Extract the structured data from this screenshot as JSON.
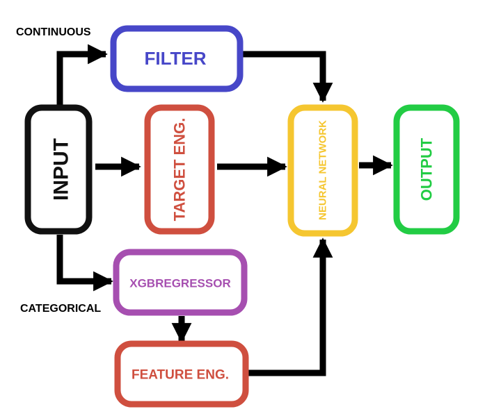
{
  "nodes": {
    "input": {
      "label": "INPUT",
      "color": "#111111"
    },
    "filter": {
      "label": "FILTER",
      "color": "#4747c8"
    },
    "target": {
      "label": "TARGET ENG.",
      "color": "#cf4f3f"
    },
    "neural": {
      "label": "NEURAL NETWORK",
      "color": "#f5c630"
    },
    "output": {
      "label": "OUTPUT",
      "color": "#22cc44"
    },
    "xgb": {
      "label": "XGBREGRESSOR",
      "color": "#a64fb0"
    },
    "feature": {
      "label": "FEATURE ENG.",
      "color": "#cf4f3f"
    }
  },
  "branch_labels": {
    "continuous": "CONTINUOUS",
    "categorical": "CATEGORICAL"
  },
  "colors": {
    "arrow": "#000000",
    "background": "#ffffff"
  }
}
